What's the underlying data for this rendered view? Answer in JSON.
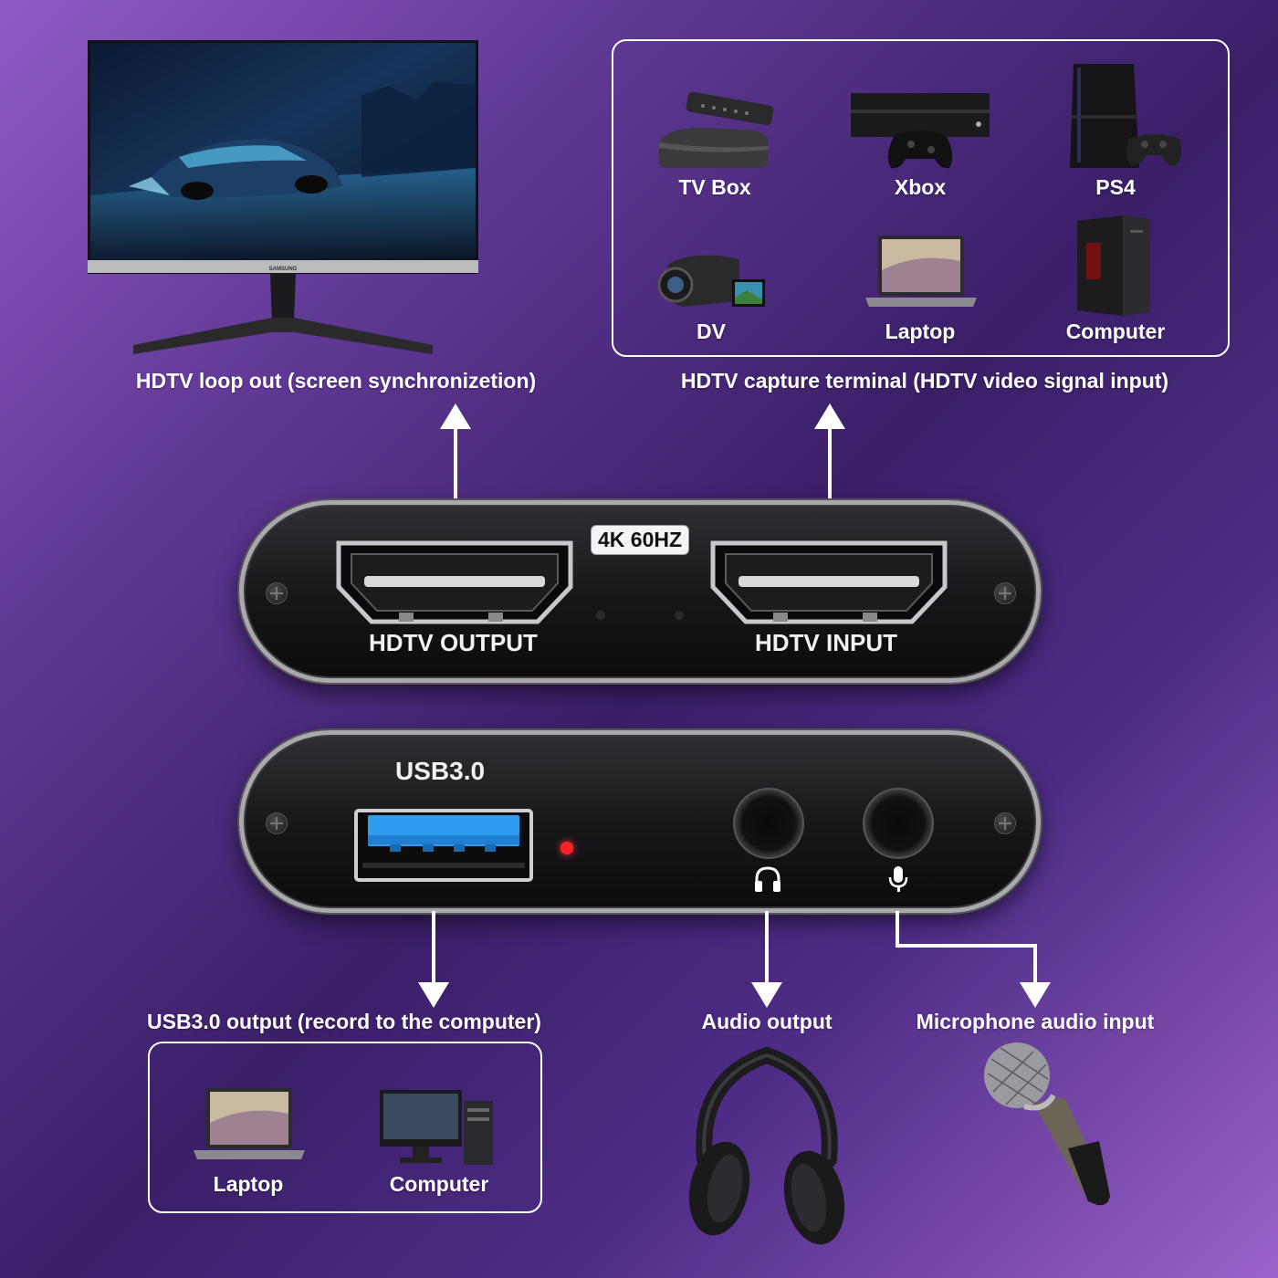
{
  "top_left": {
    "caption": "HDTV loop out (screen synchronizetion)",
    "monitor_brand": "SAMSUNG"
  },
  "top_right": {
    "caption": "HDTV capture terminal (HDTV video signal input)",
    "sources": [
      {
        "label": "TV Box",
        "icon": "tv-box-icon"
      },
      {
        "label": "Xbox",
        "icon": "xbox-icon"
      },
      {
        "label": "PS4",
        "icon": "ps4-icon"
      },
      {
        "label": "DV",
        "icon": "camcorder-icon"
      },
      {
        "label": "Laptop",
        "icon": "laptop-icon"
      },
      {
        "label": "Computer",
        "icon": "computer-tower-icon"
      }
    ]
  },
  "device_front": {
    "badge": "4K 60HZ",
    "port_output": "HDTV OUTPUT",
    "port_input": "HDTV INPUT"
  },
  "device_back": {
    "usb_label": "USB3.0"
  },
  "bottom": {
    "usb_caption": "USB3.0 output (record to the computer)",
    "usb_targets": [
      {
        "label": "Laptop",
        "icon": "laptop-icon"
      },
      {
        "label": "Computer",
        "icon": "desktop-computer-icon"
      }
    ],
    "audio_caption": "Audio output",
    "mic_caption": "Microphone audio input"
  },
  "colors": {
    "background_start": "#8e5bc4",
    "background_mid": "#3a1f68",
    "usb_port_blue": "#2f9cf0",
    "led_red": "#ff2222",
    "device_body": "#161619"
  }
}
